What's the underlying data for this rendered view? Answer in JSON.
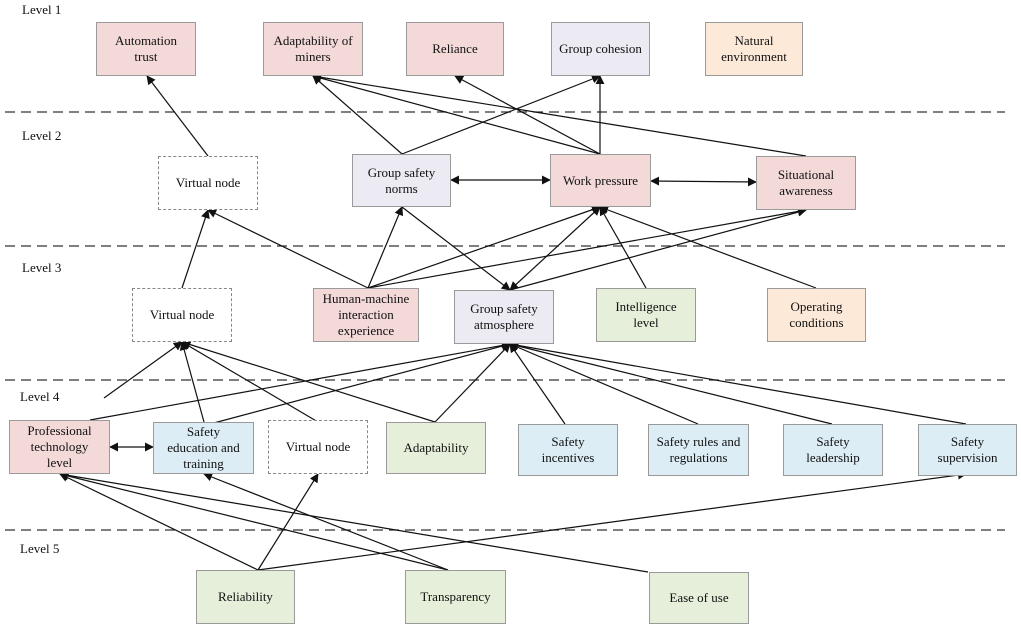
{
  "levels": [
    "Level 1",
    "Level 2",
    "Level 3",
    "Level 4",
    "Level 5"
  ],
  "nodes": {
    "automation_trust": "Automation\ntrust",
    "adaptability_of_miners": "Adaptability of\nminers",
    "reliance": "Reliance",
    "group_cohesion": "Group cohesion",
    "natural_environment": "Natural\nenvironment",
    "virtual_node_2": "Virtual node",
    "group_safety_norms": "Group safety\nnorms",
    "work_pressure": "Work pressure",
    "situational_awareness": "Situational\nawareness",
    "virtual_node_3": "Virtual node",
    "human_machine_interaction_experience": "Human-machine\ninteraction\nexperience",
    "group_safety_atmosphere": "Group safety\natmosphere",
    "intelligence_level": "Intelligence\nlevel",
    "operating_conditions": "Operating\nconditions",
    "professional_technology_level": "Professional\ntechnology\nlevel",
    "safety_education_and_training": "Safety\neducation and\ntraining",
    "virtual_node_4": "Virtual node",
    "adaptability": "Adaptability",
    "safety_incentives": "Safety\nincentives",
    "safety_rules_and_regulations": "Safety rules and\nregulations",
    "safety_leadership": "Safety\nleadership",
    "safety_supervision": "Safety\nsupervision",
    "reliability": "Reliability",
    "transparency": "Transparency",
    "ease_of_use": "Ease of use"
  },
  "colors": {
    "pink": "#f3d9d8",
    "purple": "#ecebf3",
    "peach": "#fde9d8",
    "green": "#e6efda",
    "blue": "#dcedf5",
    "virtual": "#ffffff"
  }
}
